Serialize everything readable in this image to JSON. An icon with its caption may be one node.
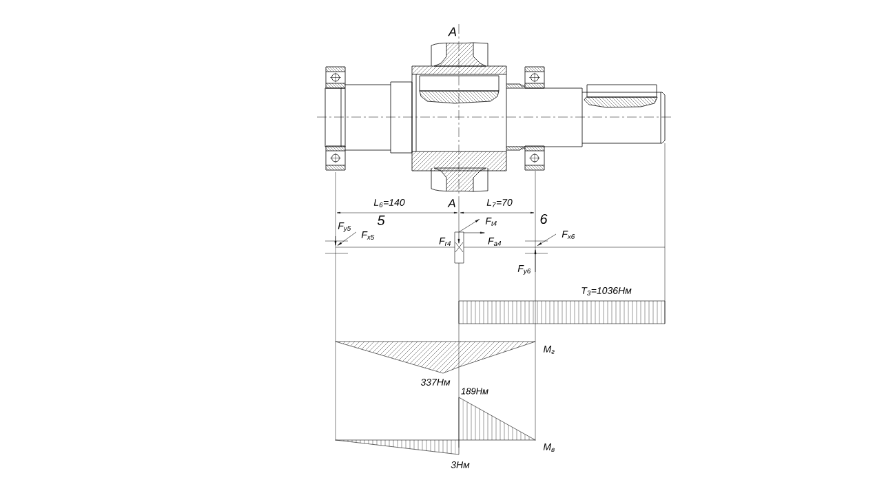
{
  "diagram": {
    "labels": [
      "A",
      "L$_{6}$=140",
      "A",
      "L$_{7}$=70",
      "5",
      "F$_{t4}$",
      "6",
      "F$_{y5}$",
      "F$_{x5}$",
      "F$_{x6}$",
      "F$_{r4}$",
      "F$_{a4}$",
      "F$_{y6}$",
      "T$_{3}$=1036Нм",
      "M$_{г}$",
      "337Нм",
      "189Нм",
      "M$_{в}$",
      "3Нм"
    ]
  }
}
